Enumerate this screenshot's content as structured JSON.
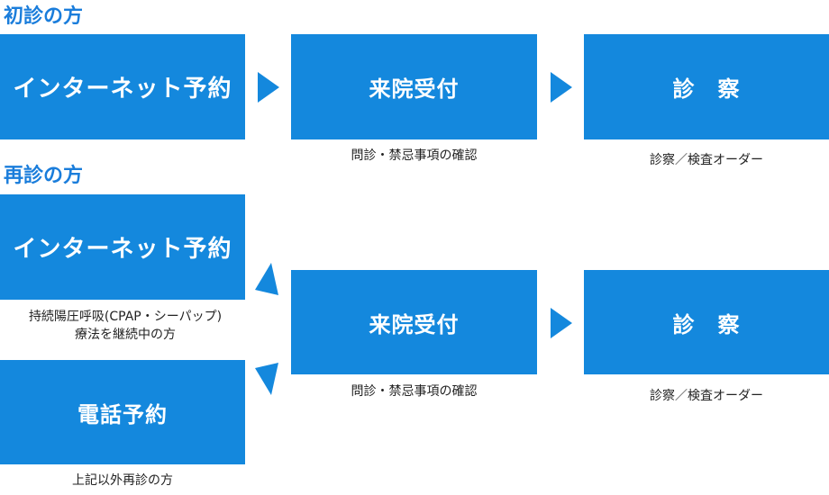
{
  "first_visit": {
    "heading": "初診の方",
    "reservation_box": "インターネット予約",
    "reception_box": "来院受付",
    "reception_note": "問診・禁忌事項の確認",
    "exam_box": "診　察",
    "exam_note": "診察／検査オーダー"
  },
  "return_visit": {
    "heading": "再診の方",
    "internet_box": "インターネット予約",
    "internet_note": "持続陽圧呼吸(CPAP・シーパップ)\n療法を継続中の方",
    "phone_box": "電話予約",
    "phone_note": "上記以外再診の方",
    "reception_box": "来院受付",
    "reception_note": "問診・禁忌事項の確認",
    "exam_box": "診　察",
    "exam_note": "診察／検査オーダー"
  },
  "colors": {
    "box": "#1488dd",
    "heading": "#1a7ddb",
    "arrow": "#1488dd"
  }
}
